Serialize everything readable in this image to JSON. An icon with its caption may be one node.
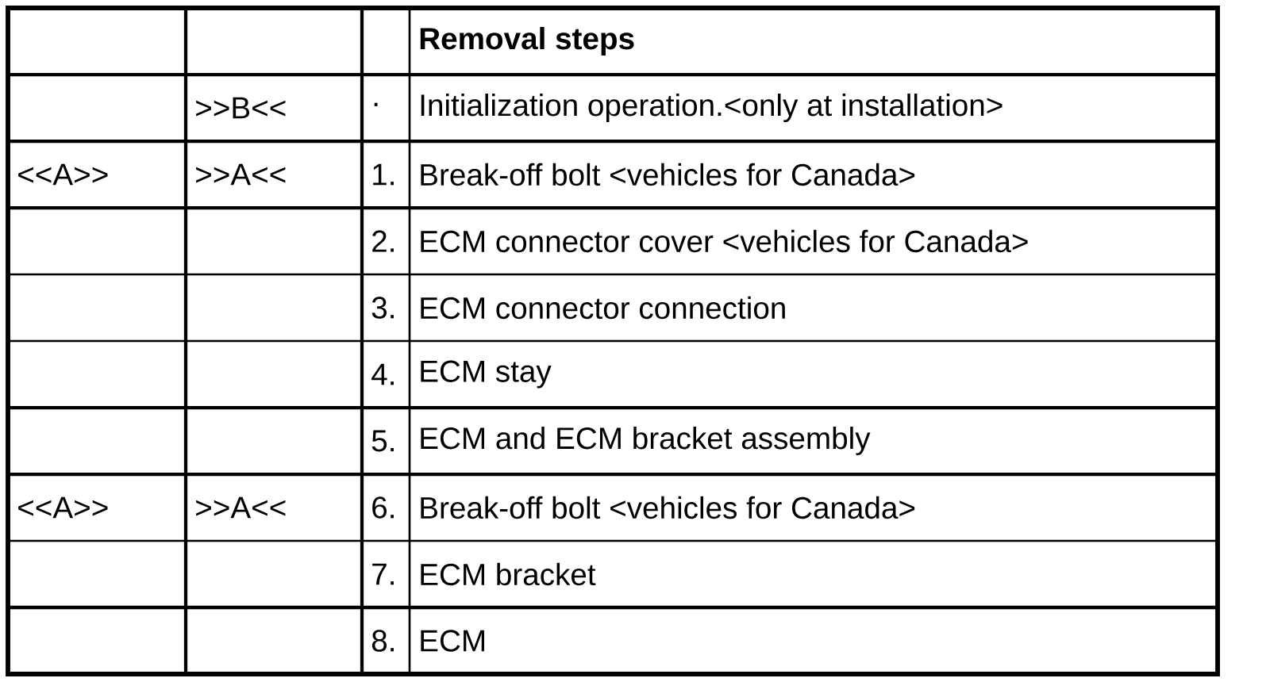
{
  "diagram": {
    "labels": [
      "Removal steps",
      ">>B<<",
      "·",
      "Initialization operation.<only at installation>",
      "<<A>>",
      ">>A<<",
      "1.",
      "Break-off bolt <vehicles for Canada>",
      "2.",
      "ECM connector cover <vehicles for Canada>",
      "3.",
      "ECM connector connection",
      "4.",
      "ECM stay",
      "5.",
      "ECM and ECM bracket assembly",
      "<<A>>",
      ">>A<<",
      "6.",
      "Break-off bolt <vehicles for Canada>",
      "7.",
      "ECM bracket",
      "8.",
      "ECM"
    ]
  }
}
